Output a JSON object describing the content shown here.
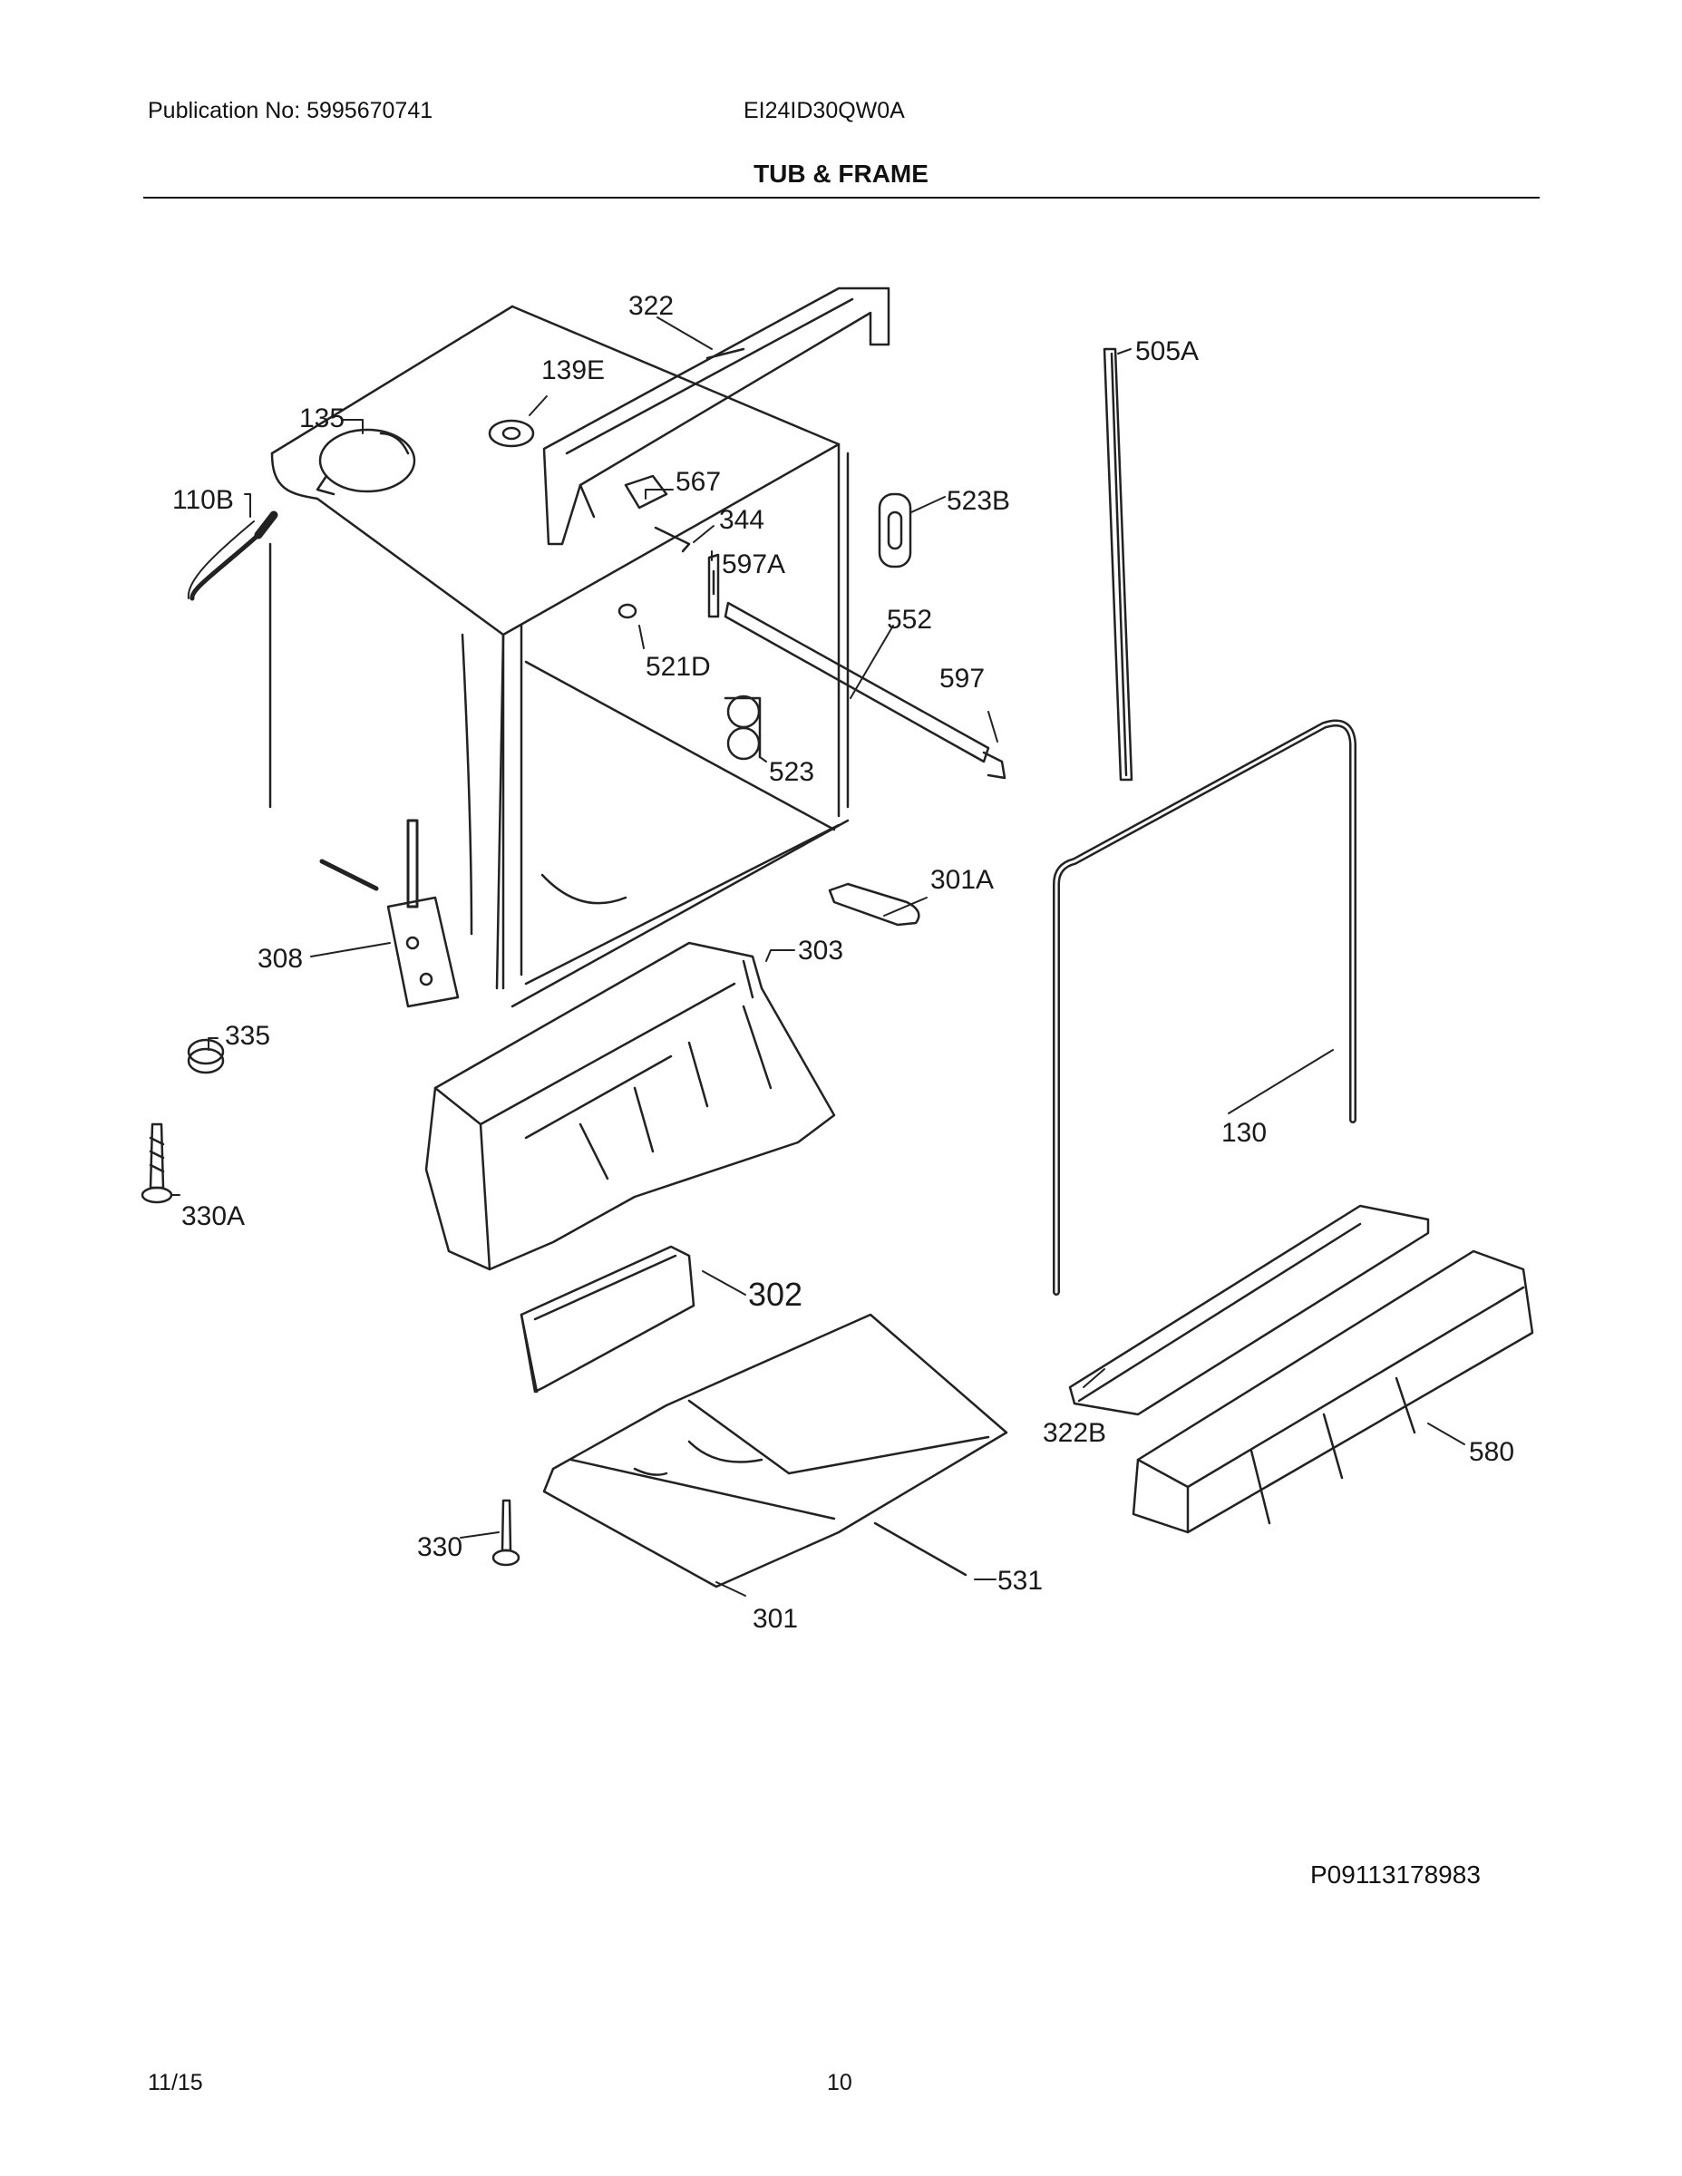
{
  "header": {
    "publication": "Publication No:  5995670741",
    "model": "EI24ID30QW0A",
    "title": "TUB & FRAME"
  },
  "callouts": {
    "c322": "322",
    "c505A": "505A",
    "c139E": "139E",
    "c135": "135",
    "c567": "567",
    "c523B": "523B",
    "c110B": "110B",
    "c344": "344",
    "c597A": "597A",
    "c552": "552",
    "c521D": "521D",
    "c597": "597",
    "c523": "523",
    "c301A": "301A",
    "c308": "308",
    "c303": "303",
    "c335": "335",
    "c130": "130",
    "c330A": "330A",
    "c302": "302",
    "c322B": "322B",
    "c580": "580",
    "c330": "330",
    "c531": "531",
    "c301": "301"
  },
  "figure_id": "P09113178983",
  "footer": {
    "date": "11/15",
    "page": "10"
  }
}
